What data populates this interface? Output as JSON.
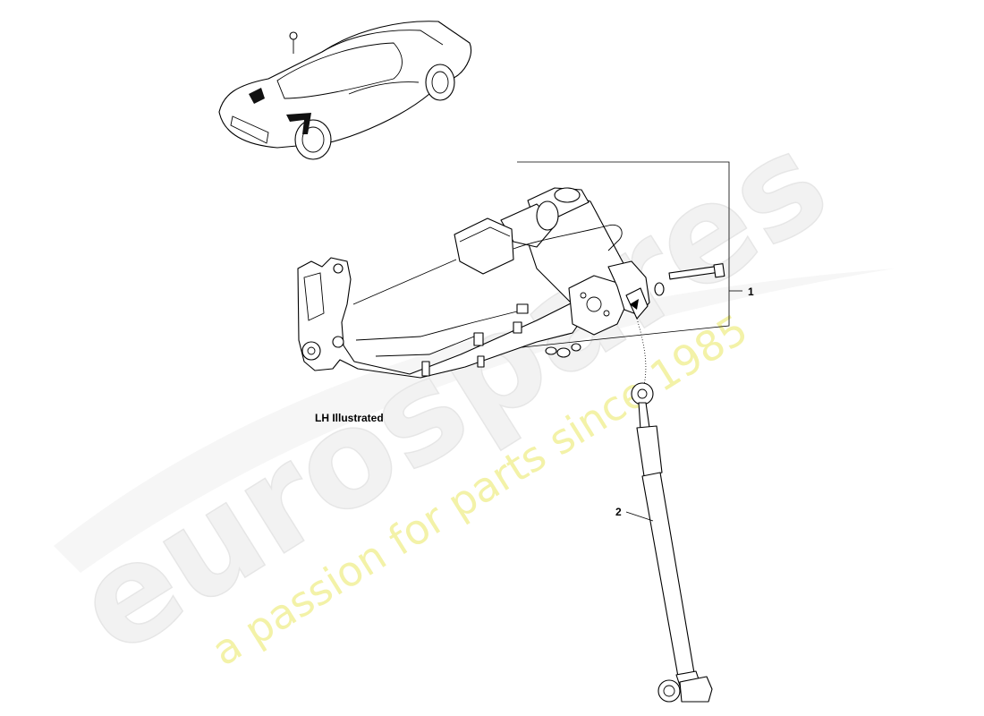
{
  "watermark": {
    "brand": "eurospares",
    "tagline": "a passion for parts since 1985"
  },
  "diagram": {
    "note": "LH Illustrated",
    "callouts": [
      {
        "id": "1",
        "label": "1"
      },
      {
        "id": "2",
        "label": "2"
      }
    ]
  }
}
